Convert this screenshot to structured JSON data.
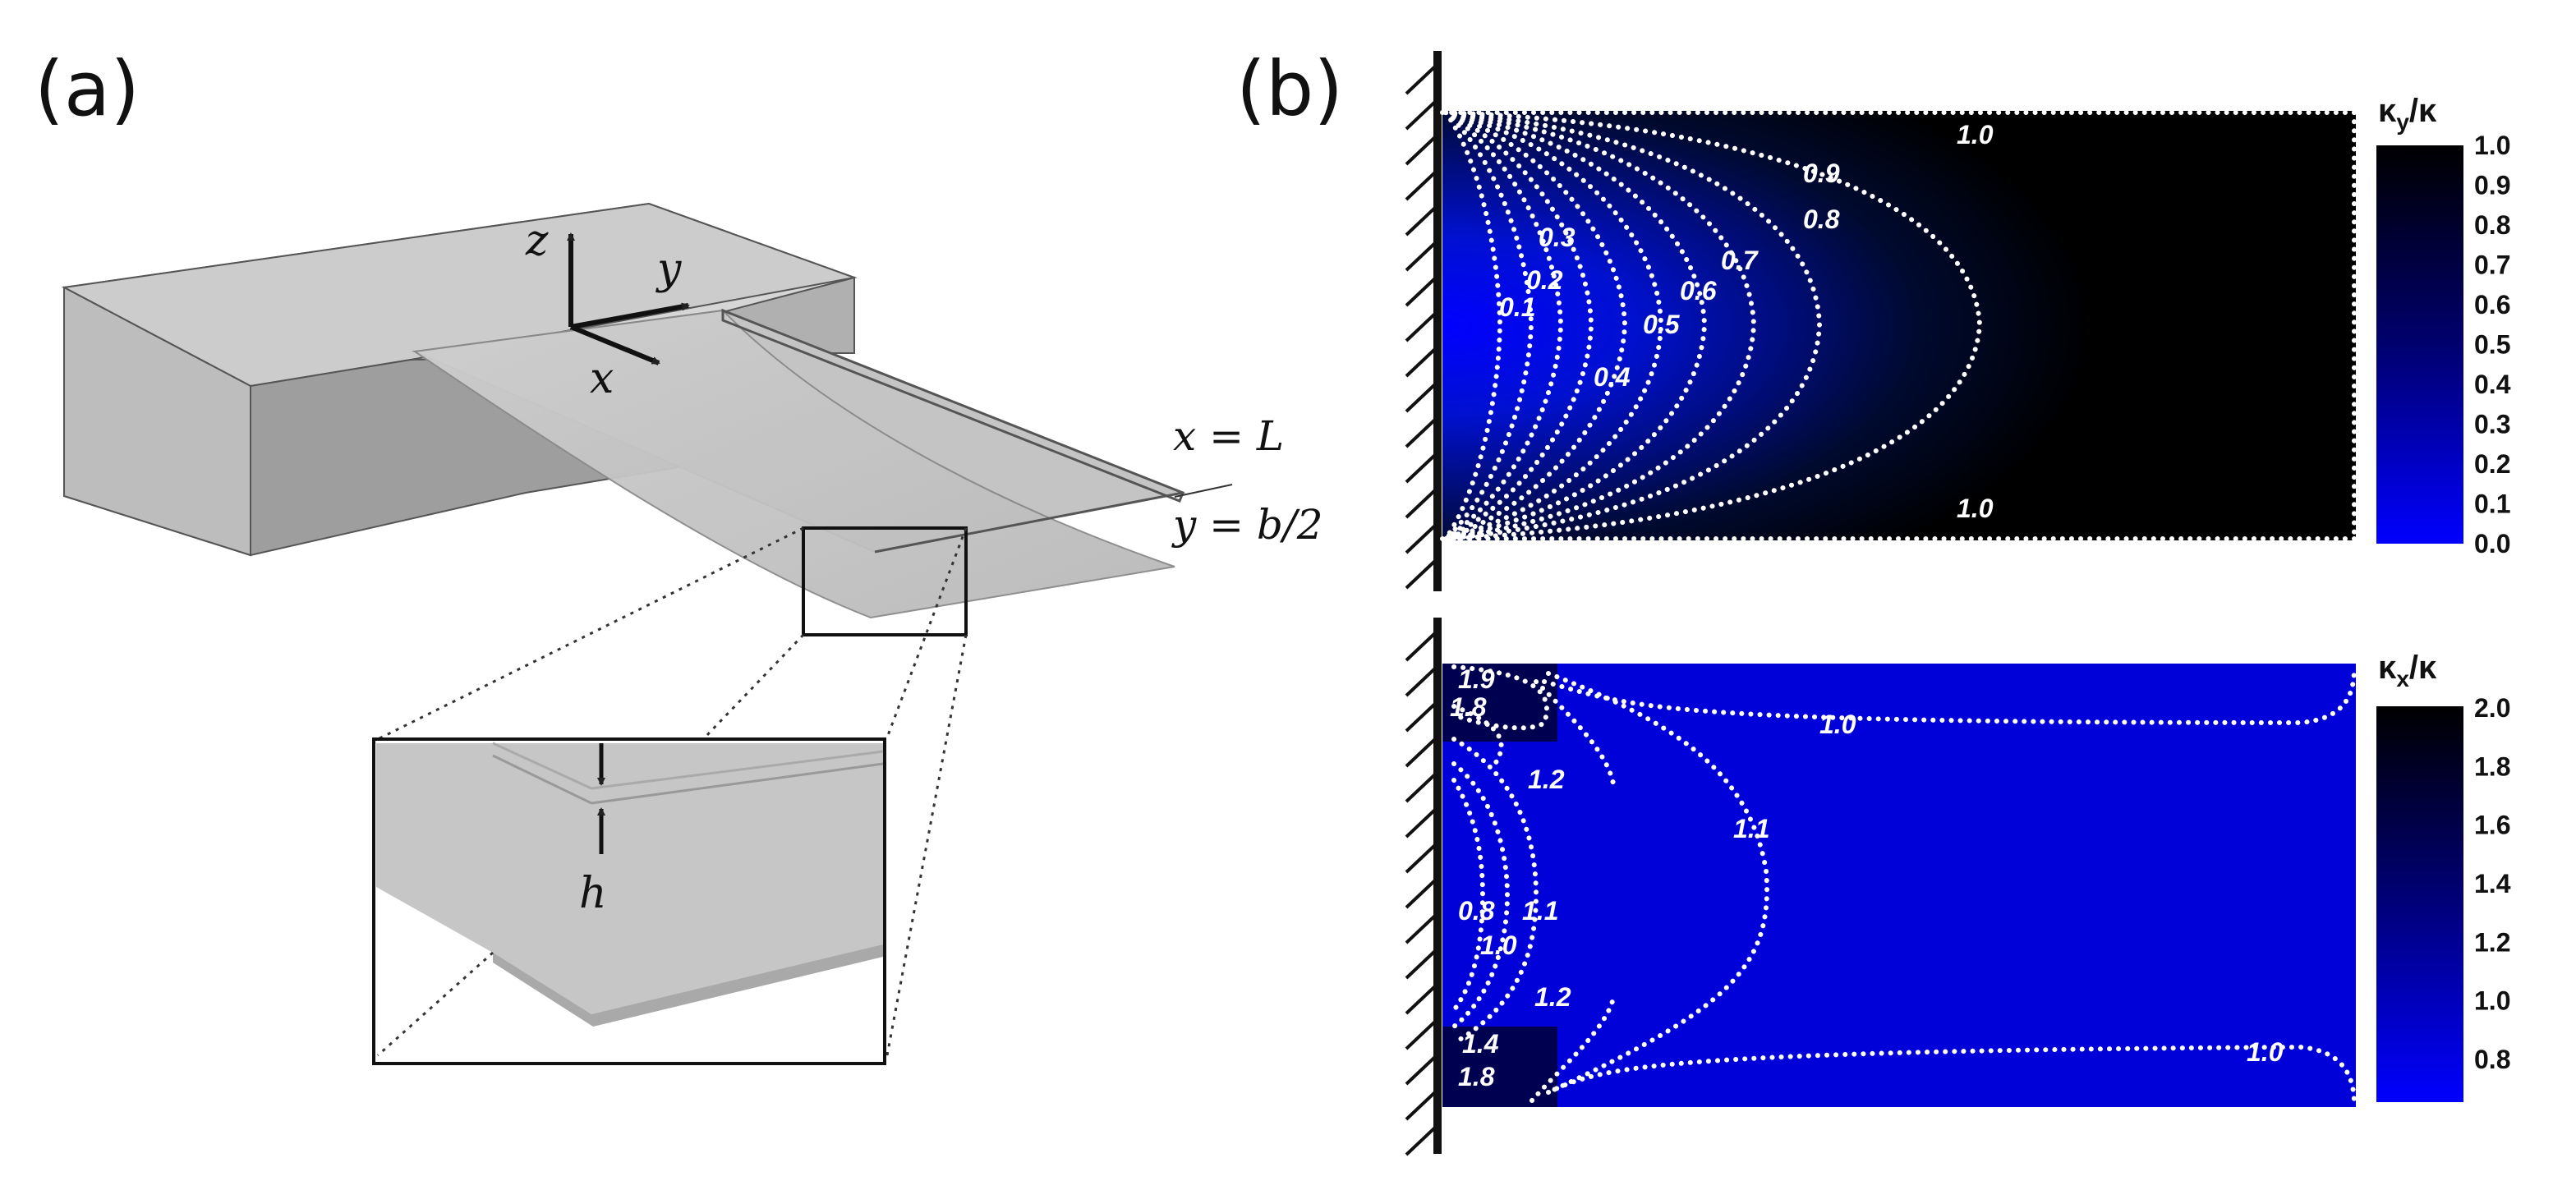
{
  "panel_a": {
    "label": "(a)",
    "axis_z": "z",
    "axis_y": "y",
    "axis_x": "x",
    "line_xL": "x = L",
    "line_yb2": "y = b/2",
    "thickness": "h"
  },
  "panel_b": {
    "label": "(b)",
    "top_map": {
      "colorbar_title_main": "κ",
      "colorbar_title_sub": "y",
      "colorbar_title_tail": "/κ",
      "colorbar_ticks": [
        "1.0",
        "0.9",
        "0.8",
        "0.7",
        "0.6",
        "0.5",
        "0.4",
        "0.3",
        "0.2",
        "0.1",
        "0.0"
      ],
      "colors": {
        "low": "#0000ff",
        "high": "#000000"
      },
      "contour_labels": [
        "1.0",
        "0.9",
        "0.8",
        "0.7",
        "0.6",
        "0.5",
        "0.4",
        "0.3",
        "0.2",
        "0.1",
        "1.0"
      ]
    },
    "bottom_map": {
      "colorbar_title_main": "κ",
      "colorbar_title_sub": "x",
      "colorbar_title_tail": "/κ",
      "colorbar_ticks": [
        "2.0",
        "1.8",
        "1.6",
        "1.4",
        "1.2",
        "1.0",
        "0.8"
      ],
      "colors": {
        "low": "#0000ff",
        "high": "#000000"
      },
      "contour_labels": [
        "1.9",
        "1.8",
        "1.0",
        "1.2",
        "1.1",
        "0.8",
        "1.1",
        "1.0",
        "1.2",
        "1.4",
        "1.8",
        "1.0"
      ]
    }
  }
}
